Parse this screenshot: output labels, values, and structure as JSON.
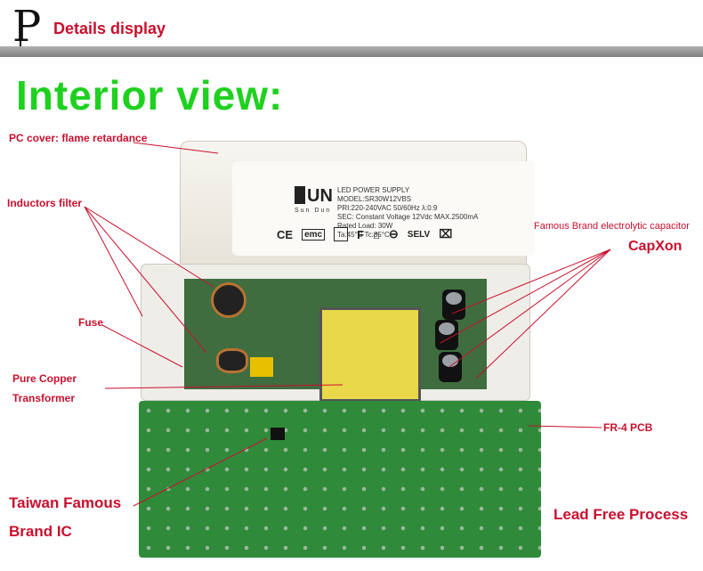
{
  "header": {
    "logo_letter": "P",
    "title": "Details display"
  },
  "main_title": "Interior view:",
  "product_label": {
    "brand": "UN",
    "brand_sub": "Sun Dun",
    "line1": "LED POWER SUPPLY",
    "line2": "MODEL:SR30W12VBS",
    "line3": "PRI:220-240VAC 50/60Hz λ:0.9",
    "line4": "SEC: Constant Voltage 12Vdc MAX.2500mA",
    "line5": "Rated Load: 30W",
    "line6": "Ta:45°C    Tc:85°C",
    "cert_ce": "CE",
    "cert_emc": "emc",
    "cert_f": "F",
    "cert_selv": "SELV"
  },
  "annotations": {
    "pc_cover": "PC cover: flame retardance",
    "inductors": "Inductors filter",
    "fuse": "Fuse",
    "transformer_1": "Pure Copper",
    "transformer_2": "Transformer",
    "capacitor_title": "Famous Brand electrolytic capacitor",
    "capacitor_brand": "CapXon",
    "pcb": "FR-4 PCB",
    "ic_1": "Taiwan Famous",
    "ic_2": "Brand IC",
    "lead_free": "Lead Free Process"
  },
  "colors": {
    "accent_red": "#c8102e",
    "title_green": "#1fd11f"
  }
}
